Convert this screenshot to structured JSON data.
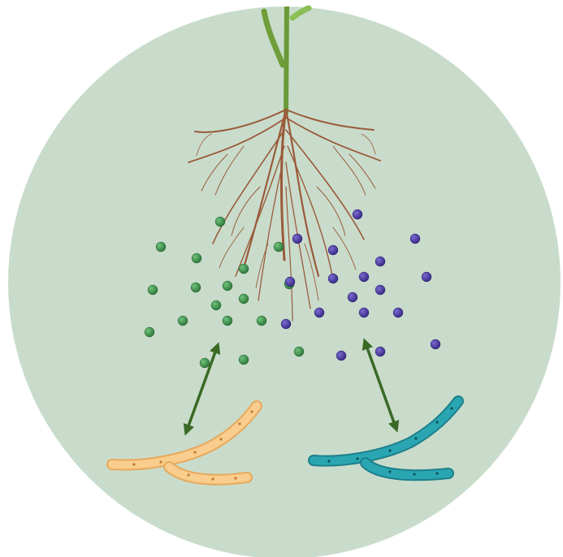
{
  "figure": {
    "background_circle_color": "#c9dccb",
    "stem_color": "#6f9e3a",
    "leaf_color": "#7aae45",
    "root_color": "#9a5a3a",
    "green_molecule_color": "#3d8a4a",
    "purple_molecule_color": "#4b3a9a",
    "arrow_color": "#3a6a25",
    "orange_fungus_color": "#f7c98a",
    "teal_fungus_color": "#2aa0ad"
  },
  "elements": {
    "plant": "plant-shoot",
    "roots": "root-system",
    "left_microbe": "orange-filamentous-microbe",
    "right_microbe": "teal-filamentous-microbe",
    "left_interaction": "double-headed-arrow",
    "right_interaction": "double-headed-arrow"
  }
}
